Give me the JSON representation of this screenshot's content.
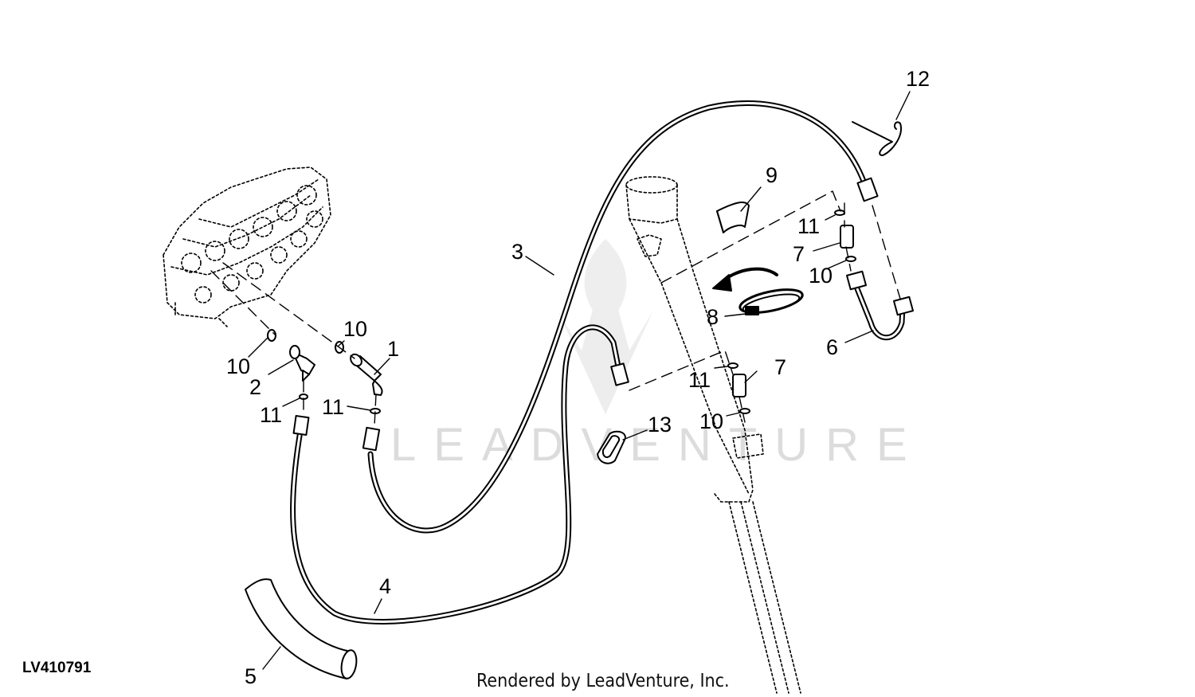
{
  "figure_id": "LV410791",
  "credit": "Rendered by LeadVenture, Inc.",
  "watermark": "LEADVENTURE",
  "callouts": [
    {
      "key": "1",
      "label": "1"
    },
    {
      "key": "2",
      "label": "2"
    },
    {
      "key": "3",
      "label": "3"
    },
    {
      "key": "4",
      "label": "4"
    },
    {
      "key": "5",
      "label": "5"
    },
    {
      "key": "6",
      "label": "6"
    },
    {
      "key": "7a",
      "label": "7"
    },
    {
      "key": "7b",
      "label": "7"
    },
    {
      "key": "8",
      "label": "8"
    },
    {
      "key": "9",
      "label": "9"
    },
    {
      "key": "10a",
      "label": "10"
    },
    {
      "key": "10b",
      "label": "10"
    },
    {
      "key": "10c",
      "label": "10"
    },
    {
      "key": "10d",
      "label": "10"
    },
    {
      "key": "11a",
      "label": "11"
    },
    {
      "key": "11b",
      "label": "11"
    },
    {
      "key": "11c",
      "label": "11"
    },
    {
      "key": "11d",
      "label": "11"
    },
    {
      "key": "12",
      "label": "12"
    },
    {
      "key": "13",
      "label": "13"
    }
  ]
}
